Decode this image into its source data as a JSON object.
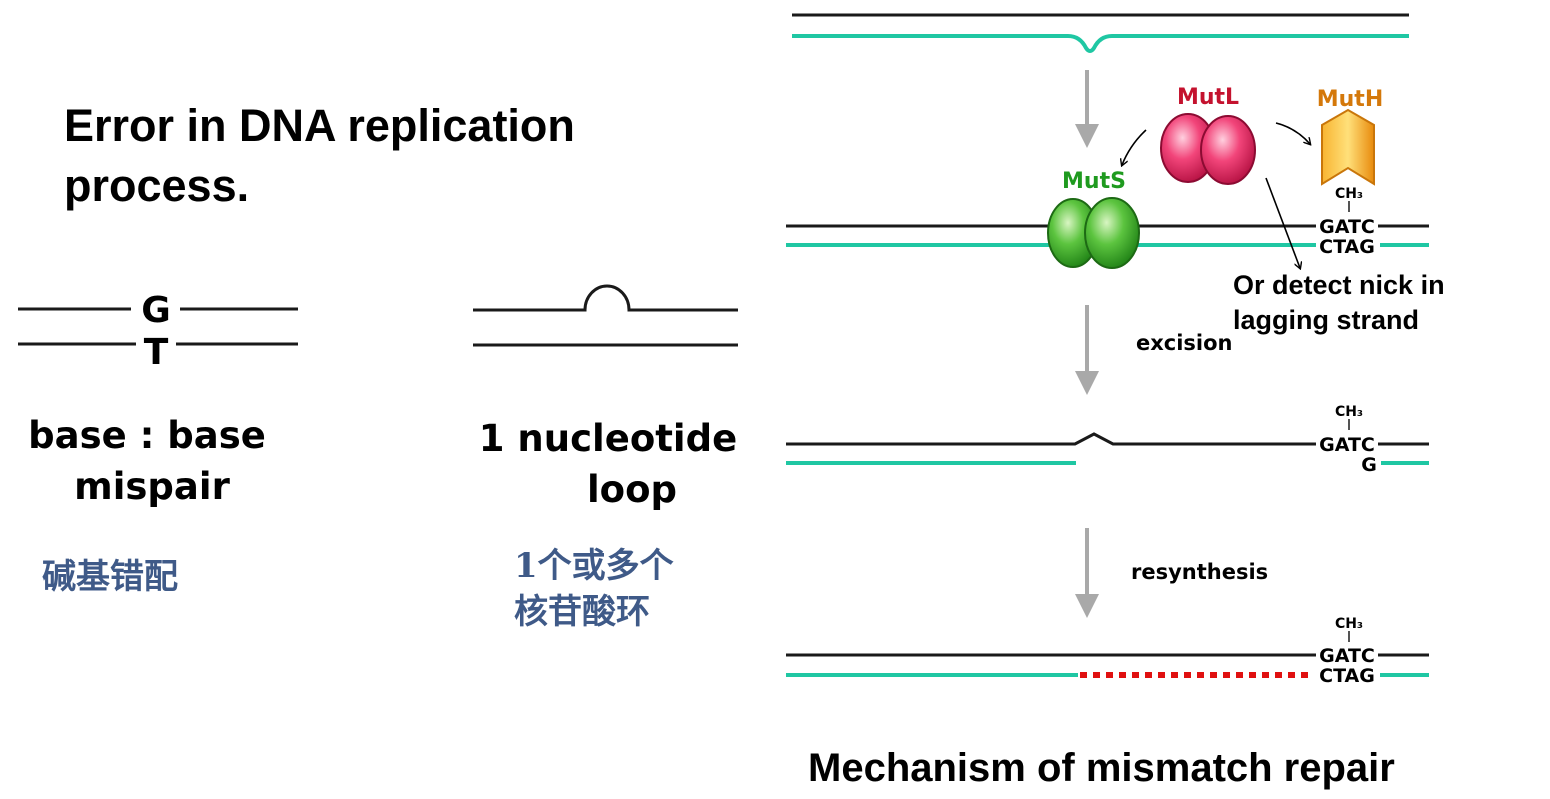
{
  "title": {
    "line1": "Error in DNA replication",
    "line2": "process."
  },
  "mispair": {
    "top_base": "G",
    "bottom_base": "T",
    "label_line1": "base : base",
    "label_line2": "mispair",
    "cn_label": "碱基错配"
  },
  "loop": {
    "label_line1": "1 nucleotide",
    "label_line2": "loop",
    "cn_line1": "1个或多个",
    "cn_line2": "核苷酸环"
  },
  "repair": {
    "muts": "MutS",
    "mutl": "MutL",
    "muth": "MutH",
    "methyl": "CH₃",
    "gatc": "GATC",
    "ctag": "CTAG",
    "g_only": "G",
    "excision": "excision",
    "resynthesis": "resynthesis",
    "callout_line1": "Or detect nick in",
    "callout_line2": "lagging strand",
    "caption": "Mechanism of mismatch repair"
  },
  "colors": {
    "strand_dark": "#1a1a1a",
    "strand_teal": "#1fc7a3",
    "muts_green": "#36b02e",
    "mutl_pink": "#f0306a",
    "muth_orange": "#f6a21e",
    "muts_label": "#1f9a1f",
    "mutl_label": "#c4122e",
    "muth_label": "#d4780a",
    "arrow_gray": "#a9a9a9",
    "resynth_red": "#e01010",
    "cn_blue": "#3f5a88"
  }
}
